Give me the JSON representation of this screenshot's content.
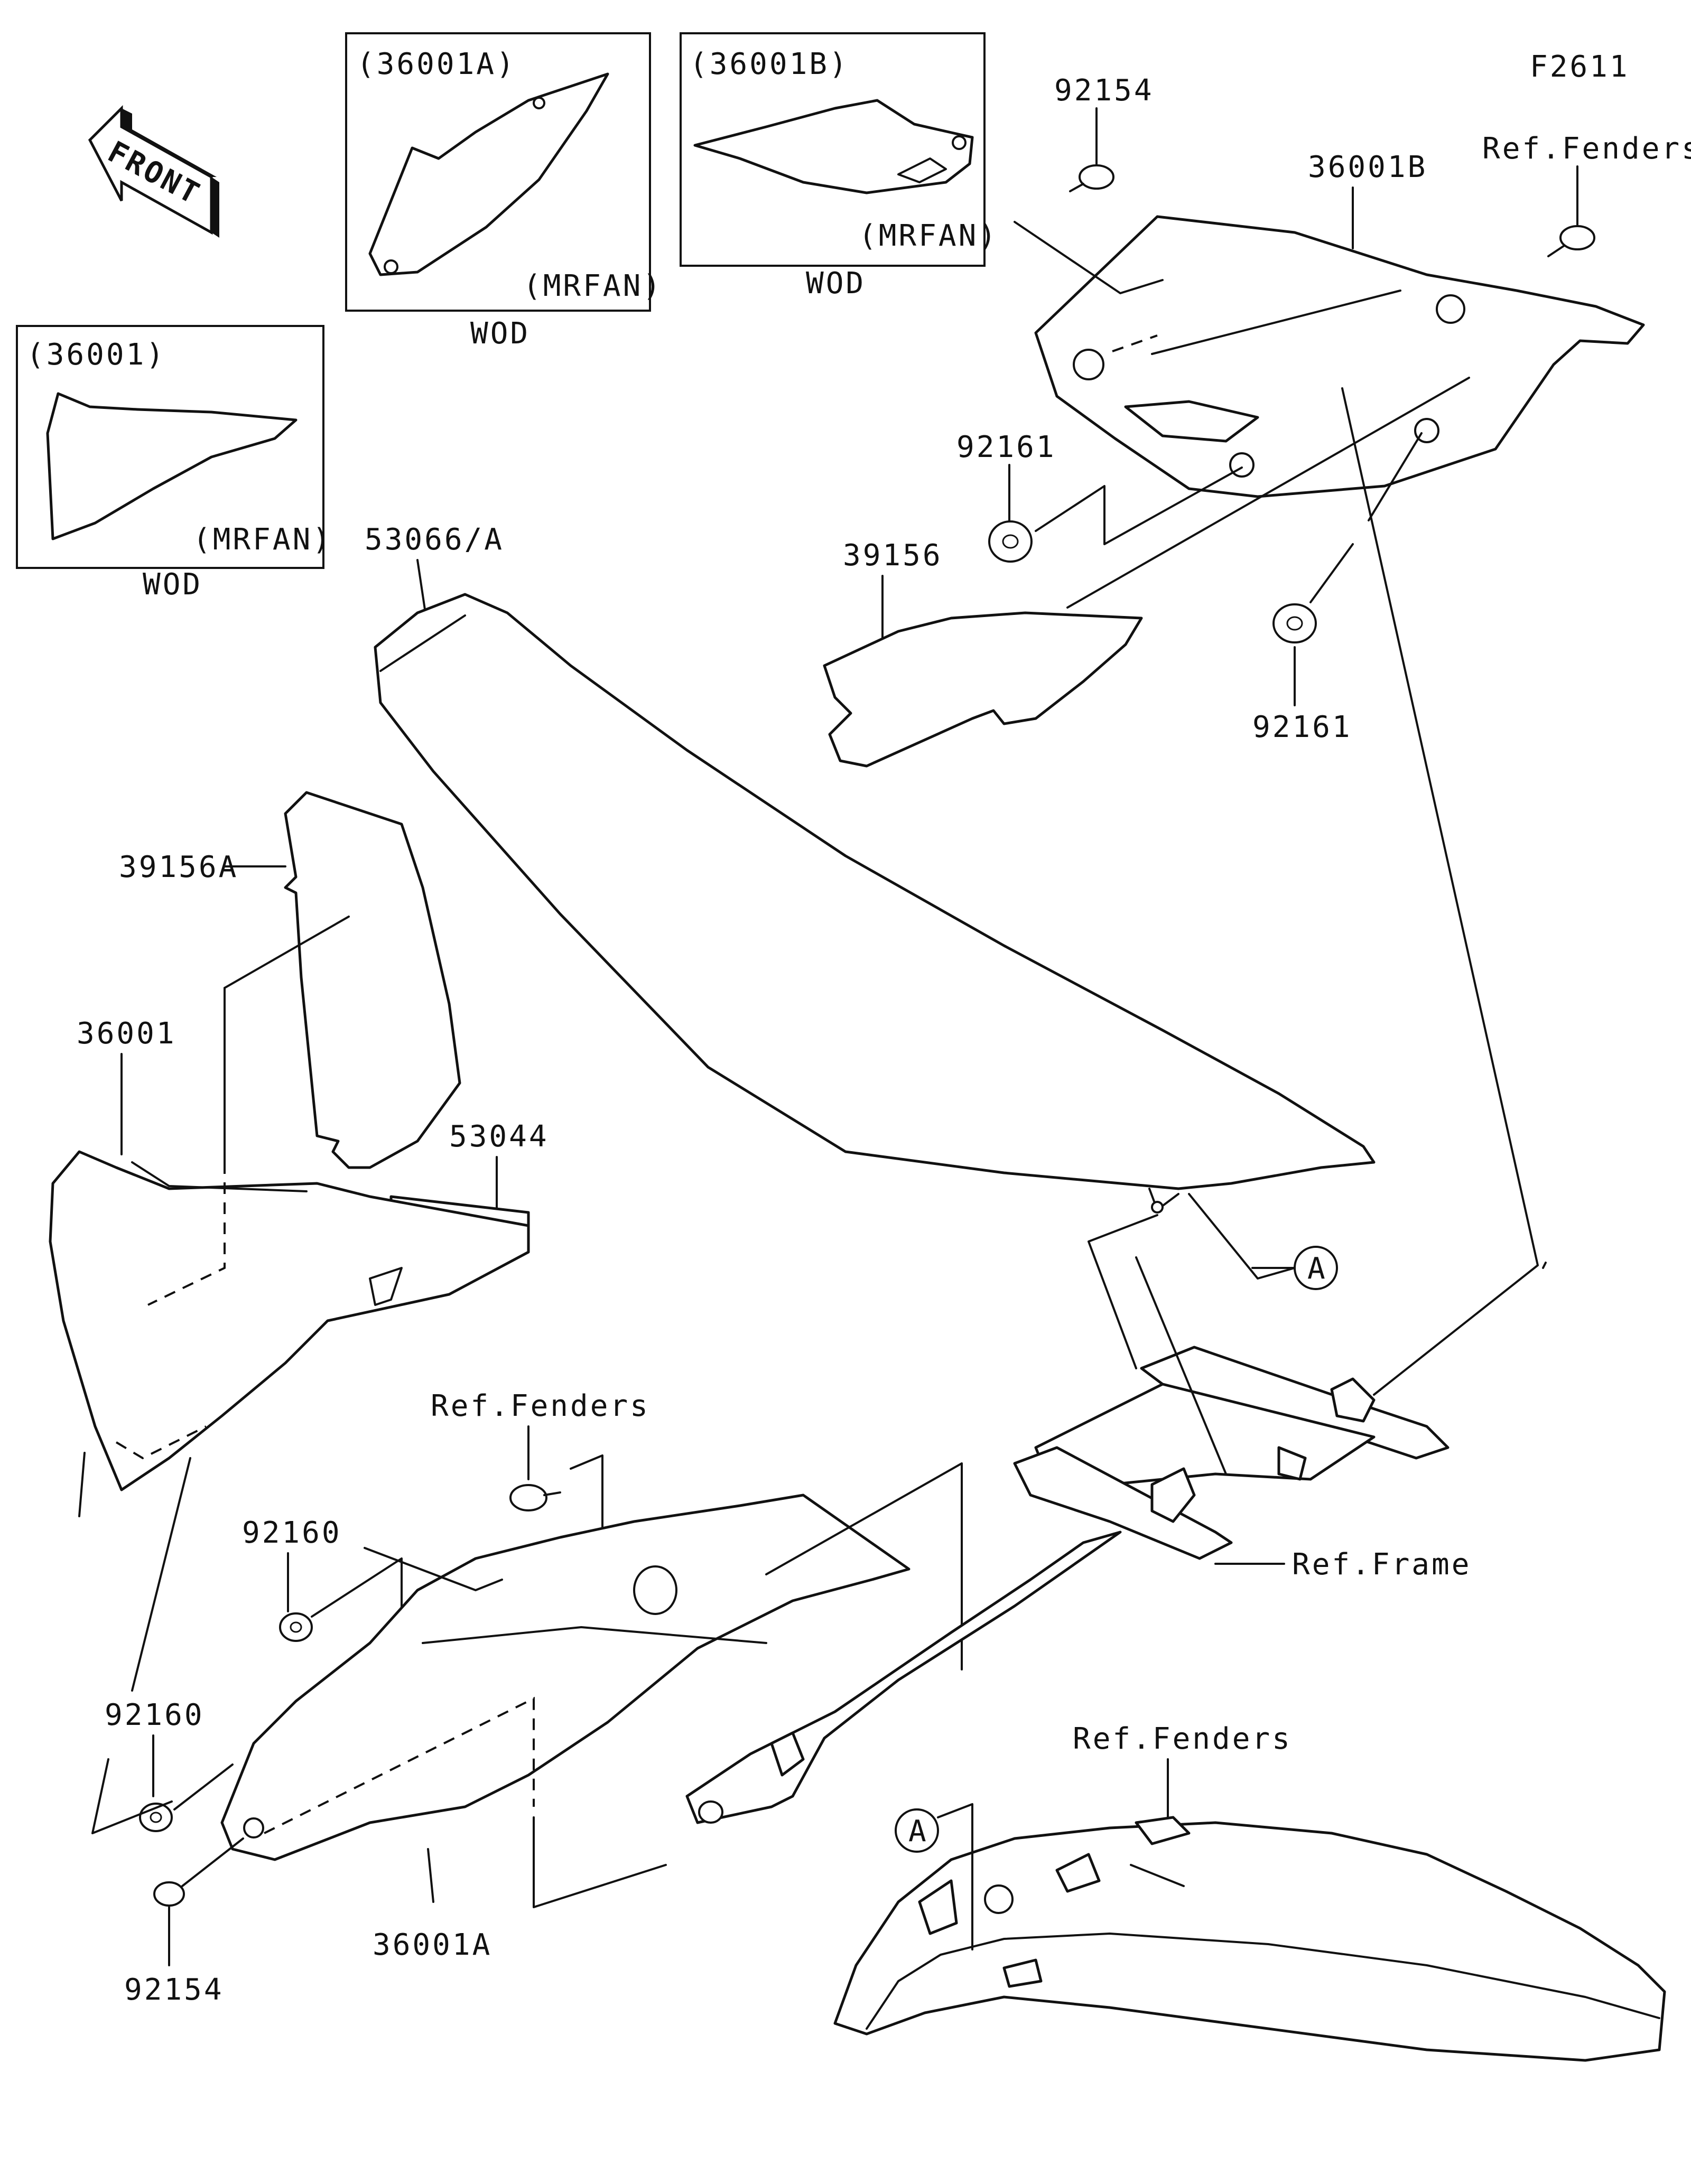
{
  "diagram_code": "F2611",
  "front_arrow_text": "FRONT",
  "insets": [
    {
      "code": "(36001A)",
      "variant": "(MRFAN)",
      "caption": "WOD"
    },
    {
      "code": "(36001B)",
      "variant": "(MRFAN)",
      "caption": "WOD"
    },
    {
      "code": "(36001)",
      "variant": "(MRFAN)",
      "caption": "WOD"
    }
  ],
  "parts": {
    "p92154_top": "92154",
    "p36001B": "36001B",
    "ref_fenders_top": "Ref.Fenders",
    "p92161_left": "92161",
    "p92161_right": "92161",
    "p39156": "39156",
    "p53066A": "53066/A",
    "p39156A": "39156A",
    "p36001": "36001",
    "p53044": "53044",
    "ref_fenders_mid": "Ref.Fenders",
    "p92160_upper": "92160",
    "p92160_lower": "92160",
    "p92154_bottom": "92154",
    "p36001A": "36001A",
    "ref_frame": "Ref.Frame",
    "ref_fenders_bottom": "Ref.Fenders"
  },
  "callout_marks": [
    "A",
    "A"
  ]
}
